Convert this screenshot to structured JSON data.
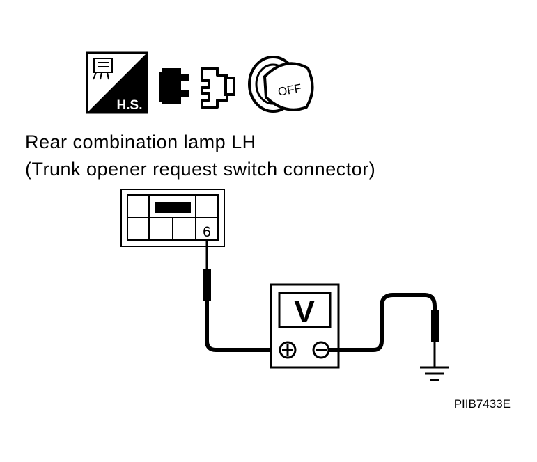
{
  "icons": [
    {
      "name": "harness-service-icon",
      "label": "H.S."
    },
    {
      "name": "connector-disconnect-icon"
    },
    {
      "name": "ignition-key-off-icon",
      "label": "OFF"
    }
  ],
  "title": {
    "line1": "Rear combination lamp LH",
    "line2": "(Trunk opener request switch connector)"
  },
  "connector": {
    "terminal": "6"
  },
  "voltmeter": {
    "symbol": "V",
    "positive": "+",
    "negative": "−"
  },
  "reference_code": "PIIB7433E"
}
